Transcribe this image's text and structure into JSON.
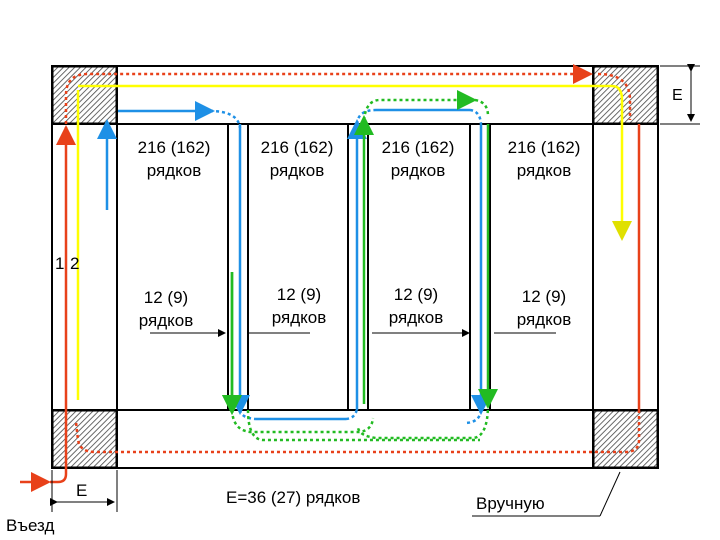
{
  "labels": {
    "e_top": "E",
    "section_top_line1": "216 (162)",
    "section_top_line2": "рядков",
    "section_bottom_line1": "12 (9)",
    "section_bottom_line2": "рядков",
    "side_left": "1",
    "side_right": "2",
    "e_bottom": "E",
    "entry": "Въезд",
    "formula": "E=36 (27) рядков",
    "manual": "Вручную"
  },
  "colors": {
    "red": "#e8411a",
    "yellow": "#ffff00",
    "blue": "#1e90e6",
    "green": "#22bb22",
    "frame": "#000000",
    "hatch": "#555555"
  }
}
